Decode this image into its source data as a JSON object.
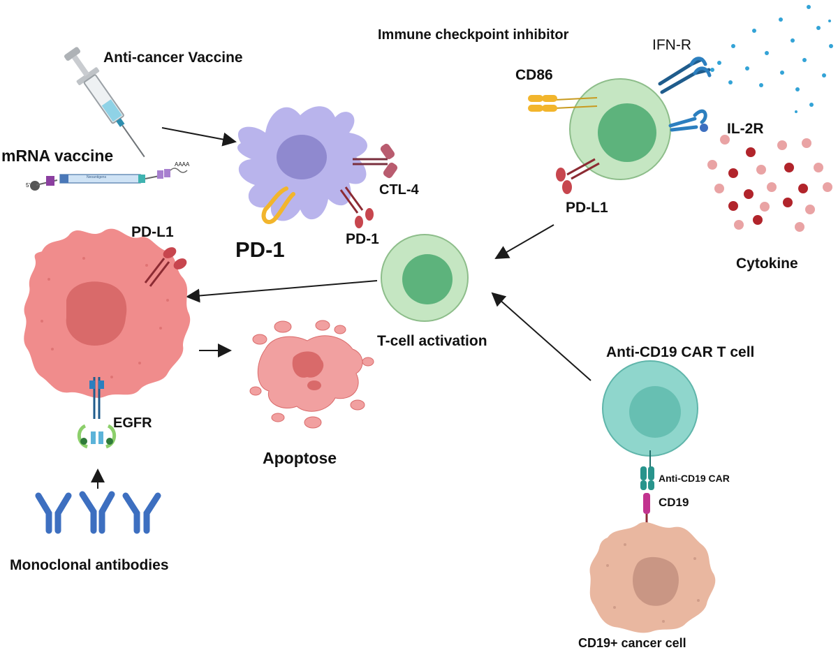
{
  "labels": {
    "anti_cancer_vaccine": "Anti-cancer Vaccine",
    "mrna_vaccine": "mRNA vaccine",
    "neoantigens": "Neoantigens",
    "five_prime": "5'",
    "poly_a": "AAAA",
    "immune_checkpoint_inhibitor": "Immune checkpoint inhibitor",
    "ifn_r": "IFN-R",
    "cd86": "CD86",
    "il_2r": "IL-2R",
    "pd_l1_top": "PD-L1",
    "cytokine": "Cytokine",
    "ctl_4": "CTL-4",
    "pd_1_large": "PD-1",
    "pd_1_small": "PD-1",
    "pd_l1_tumor": "PD-L1",
    "t_cell_activation": "T-cell activation",
    "egfr": "EGFR",
    "apoptose": "Apoptose",
    "anti_cd19_car_t_cell": "Anti-CD19 CAR T cell",
    "anti_cd19_car": "Anti-CD19 CAR",
    "cd19": "CD19",
    "monoclonal_antibodies": "Monoclonal antibodies",
    "cd19_cancer_cell": "CD19+ cancer cell"
  },
  "colors": {
    "dendritic_cell": "#b9b4ec",
    "dendritic_nucleus": "#8f89cf",
    "t_cell": "#c5e6c2",
    "t_cell_nucleus": "#5db37c",
    "tumor_cell": "#f08c8c",
    "tumor_nucleus": "#d96a6a",
    "car_t_cell": "#8fd6cc",
    "car_t_nucleus": "#67bfb2",
    "cd19_cancer_cell": "#e9b7a0",
    "cd19_cancer_nucleus": "#c99684",
    "antibody": "#3d6fc0",
    "cytokine_dark": "#b1242b",
    "cytokine_light": "#e9a3a4",
    "ifn_dots": "#33a3d6",
    "receptor_red": "#c7464e",
    "receptor_gold": "#f2b52c"
  }
}
